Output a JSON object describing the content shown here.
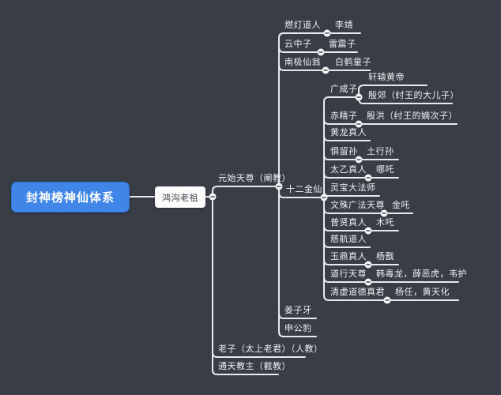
{
  "title": "封神榜神仙体系",
  "patriarch": "鸿沟老祖",
  "sects": [
    {
      "label": "元始天尊（阐教）"
    },
    {
      "label": "老子（太上老君）（人教）"
    },
    {
      "label": "通天教主（截教）"
    }
  ],
  "chan_children": [
    {
      "label": "燃灯道人",
      "disciple": "李靖"
    },
    {
      "label": "云中子",
      "disciple": "雷震子"
    },
    {
      "label": "南极仙翁",
      "disciple": "白鹤童子"
    },
    {
      "label": "十二金仙"
    },
    {
      "label": "姜子牙"
    },
    {
      "label": "申公豹"
    }
  ],
  "twelve_immortals": [
    {
      "label": "广成子",
      "disciples": [
        "轩辕黄帝",
        "殷郊（纣王的大儿子）"
      ]
    },
    {
      "label": "赤精子",
      "disciples": [
        "殷洪（纣王的嫡次子）"
      ]
    },
    {
      "label": "黄龙真人",
      "disciples": []
    },
    {
      "label": "惧留孙",
      "disciples": [
        "土行孙"
      ]
    },
    {
      "label": "太乙真人",
      "disciples": [
        "哪吒"
      ]
    },
    {
      "label": "灵宝大法师",
      "disciples": []
    },
    {
      "label": "文殊广法天尊",
      "disciples": [
        "金吒"
      ]
    },
    {
      "label": "普贤真人",
      "disciples": [
        "木吒"
      ]
    },
    {
      "label": "慈航道人",
      "disciples": []
    },
    {
      "label": "玉鼎真人",
      "disciples": [
        "杨戬"
      ]
    },
    {
      "label": "道行天尊",
      "disciples": [
        "韩毒龙，薛恶虎，韦护"
      ]
    },
    {
      "label": "清虚道德真君",
      "disciples": [
        "杨任，黄天化"
      ]
    }
  ],
  "colors": {
    "background": "#393d45",
    "root_fill": "#3f86e8",
    "line": "#e8eaed",
    "patriarch_fill": "#fcfcfd",
    "patriarch_text": "#3a3e45",
    "node_text": "#eef0f3"
  }
}
